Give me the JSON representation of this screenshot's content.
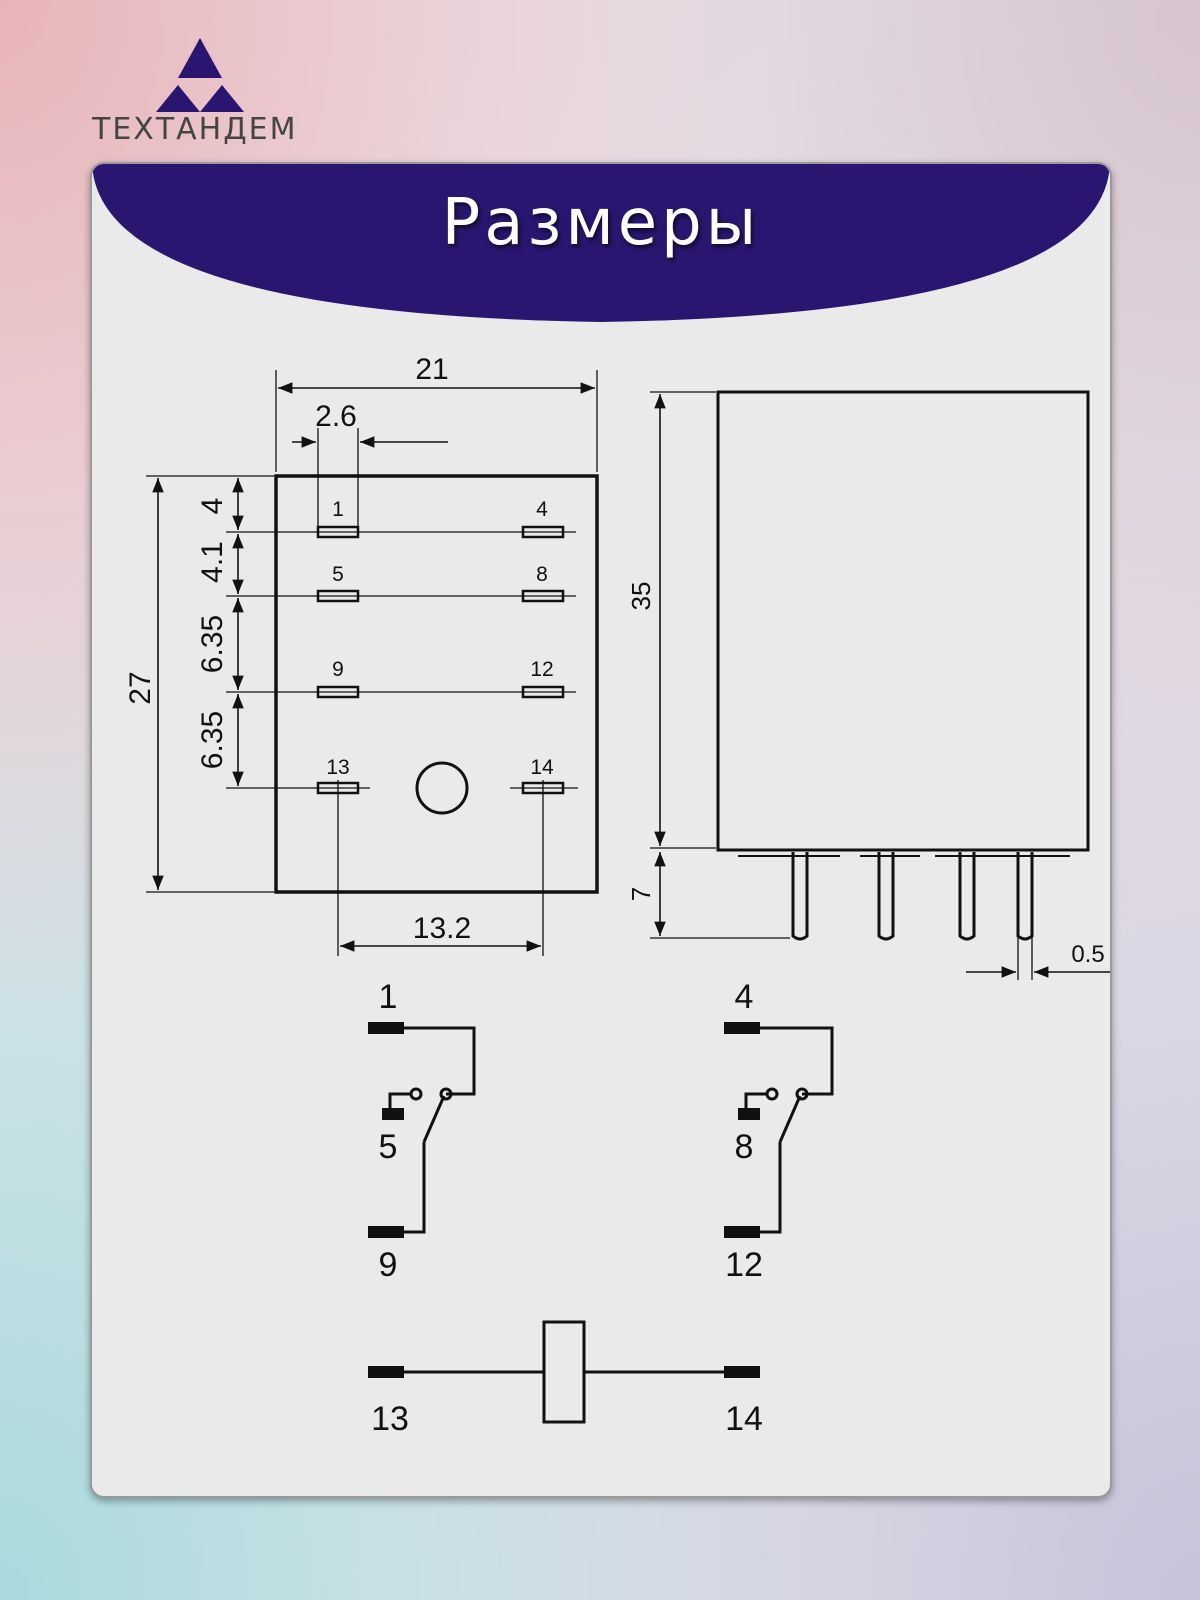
{
  "brand": {
    "name": "ТЕХТАНДЕМ",
    "logo_color": "#2a1670"
  },
  "header": {
    "title": "Размеры",
    "banner_color": "#2a1670"
  },
  "top_view": {
    "width": "21",
    "pin_pitch": "2.6",
    "height": "27",
    "row_spacing": [
      "4",
      "4.1",
      "6.35",
      "6.35"
    ],
    "coil_pin_spacing": "13.2",
    "pins": {
      "row1": [
        "1",
        "4"
      ],
      "row2": [
        "5",
        "8"
      ],
      "row3": [
        "9",
        "12"
      ],
      "row4": [
        "13",
        "14"
      ]
    }
  },
  "side_view": {
    "body_height": "35",
    "pin_length": "7",
    "pin_width": "0.5"
  },
  "schematic": {
    "contact_group_1": {
      "common": "1",
      "nc": "5",
      "no": "9"
    },
    "contact_group_2": {
      "common": "4",
      "nc": "8",
      "no": "12"
    },
    "coil": {
      "left": "13",
      "right": "14"
    }
  }
}
